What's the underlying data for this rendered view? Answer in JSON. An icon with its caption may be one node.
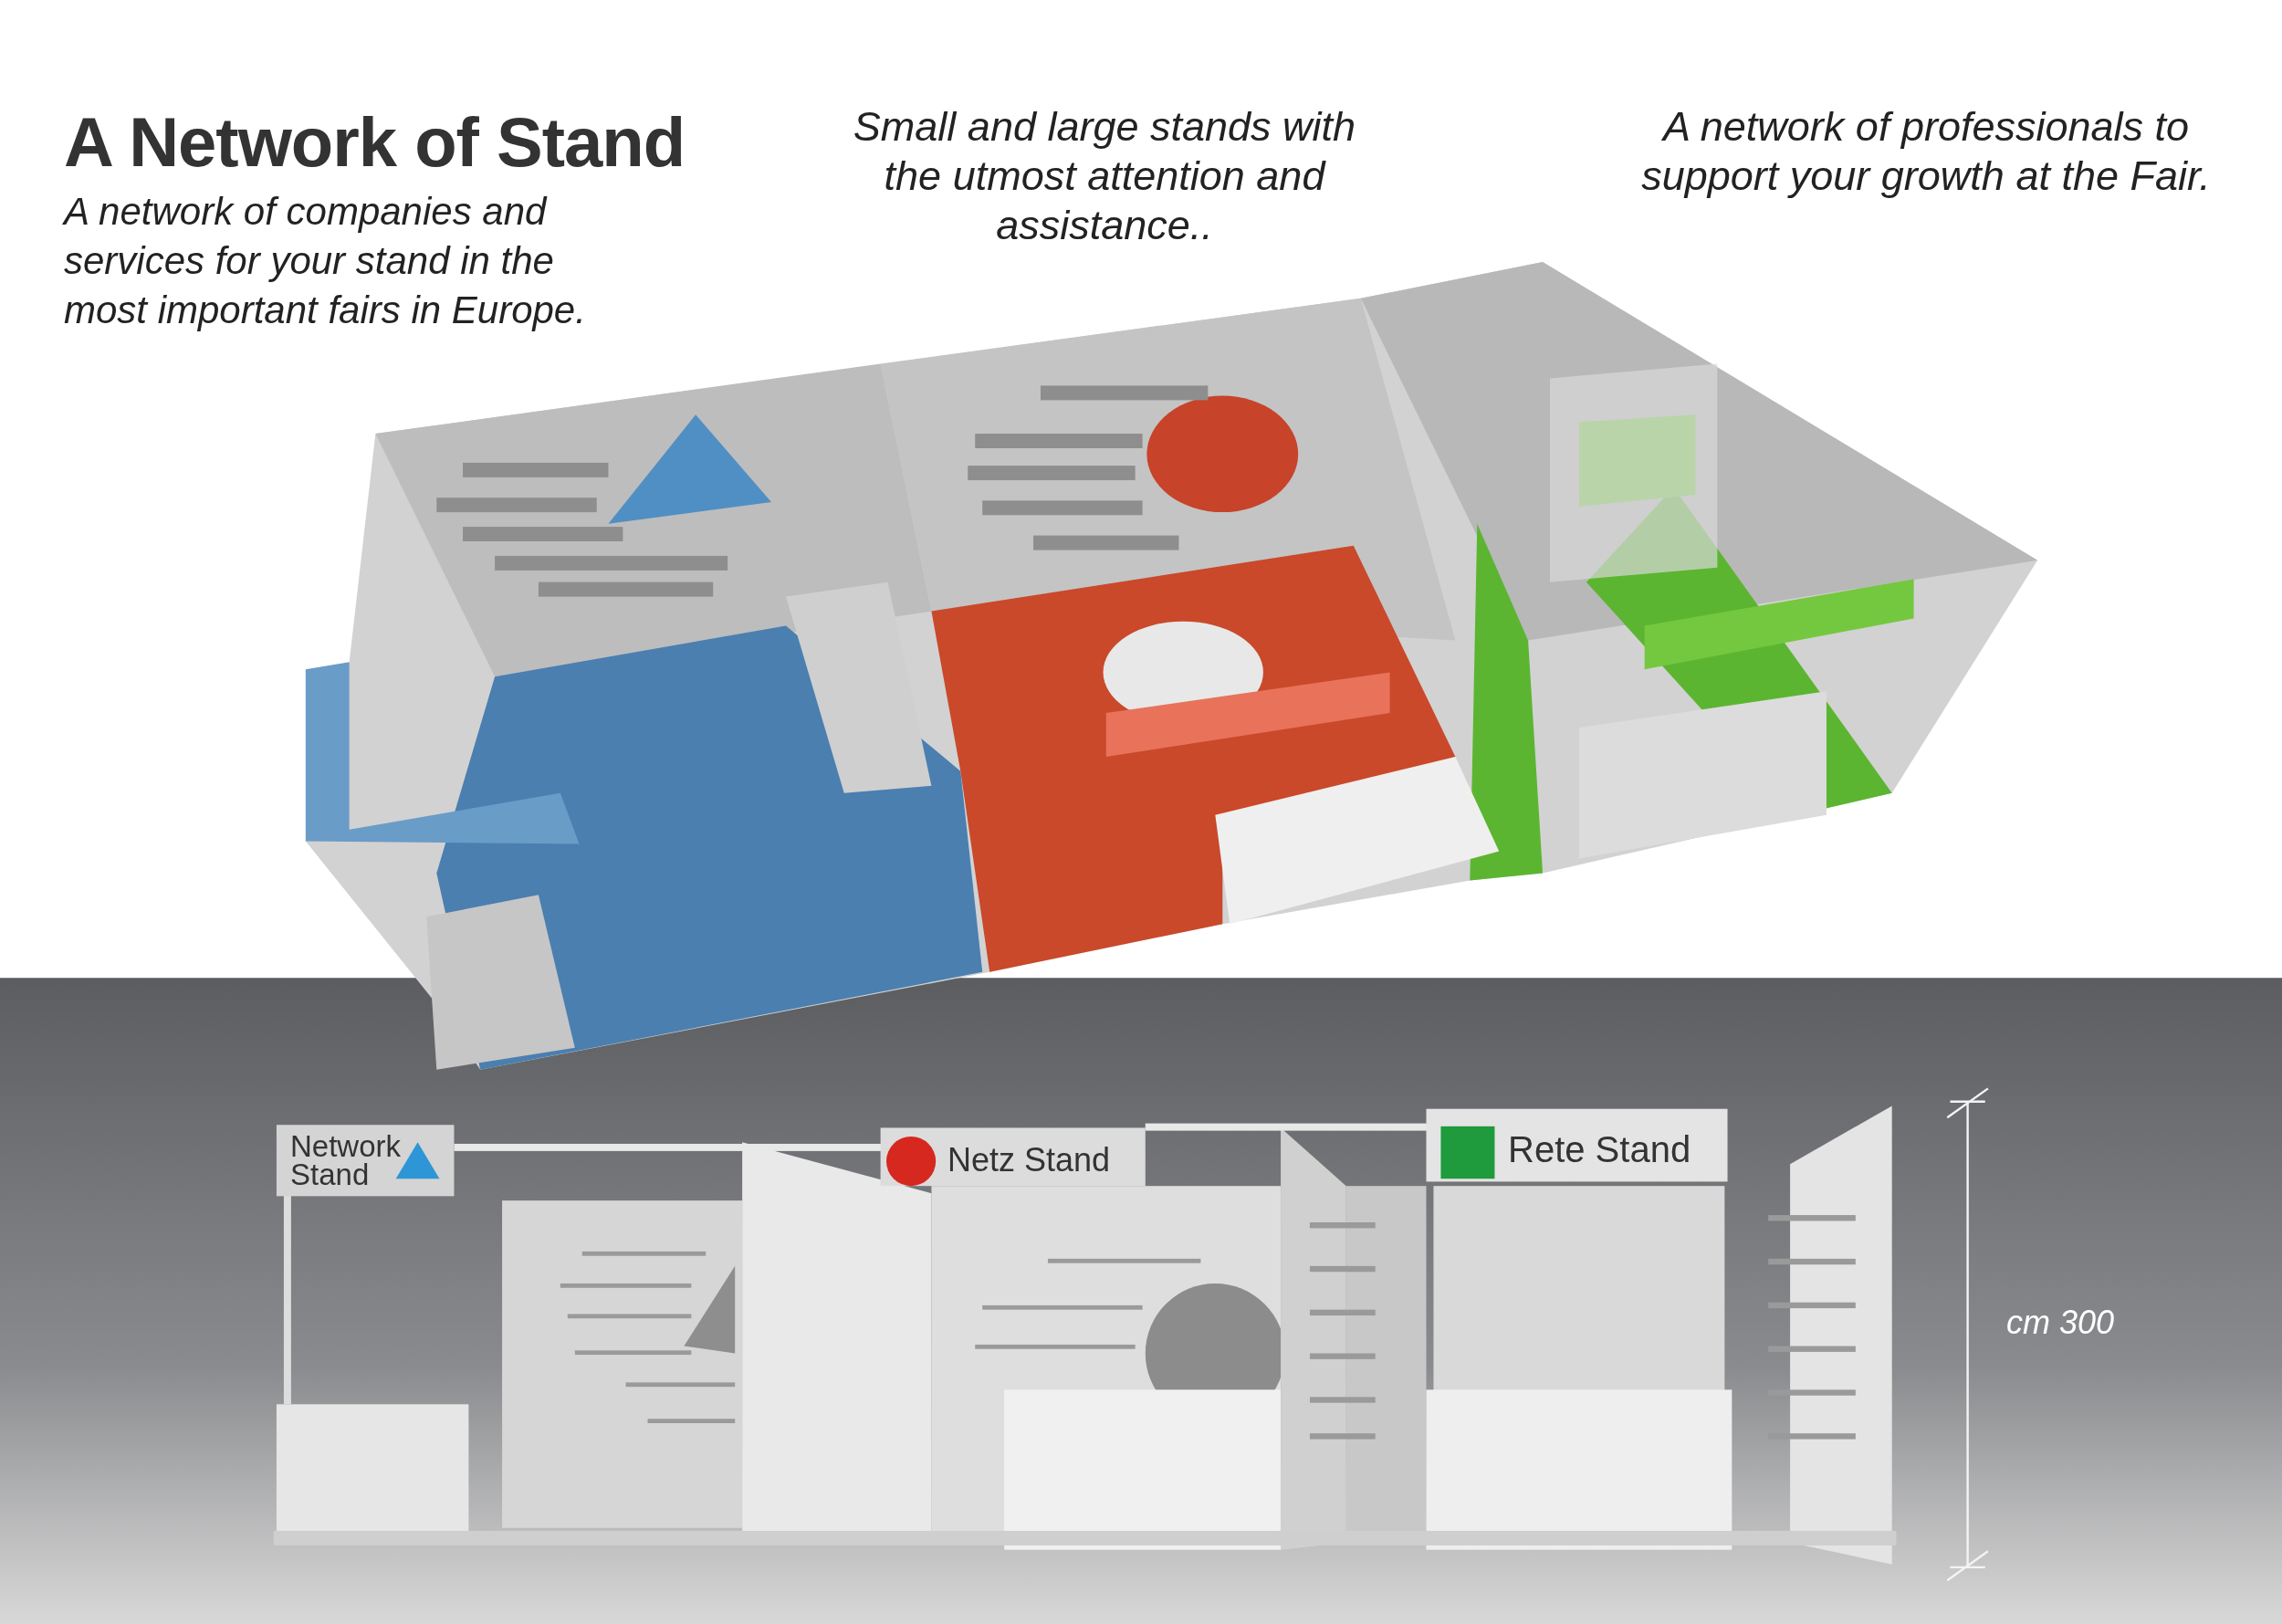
{
  "diagram": {
    "title": "A Network of Stand",
    "labels": [
      "A network of companies and services for your stand in the most important fairs in Europe.",
      "Small and large stands with the utmost attention and assistance..",
      "A network of professionals to support your growth at the Fair.",
      "Network Stand",
      "Netz Stand",
      "Rete Stand",
      "cm 300"
    ]
  }
}
